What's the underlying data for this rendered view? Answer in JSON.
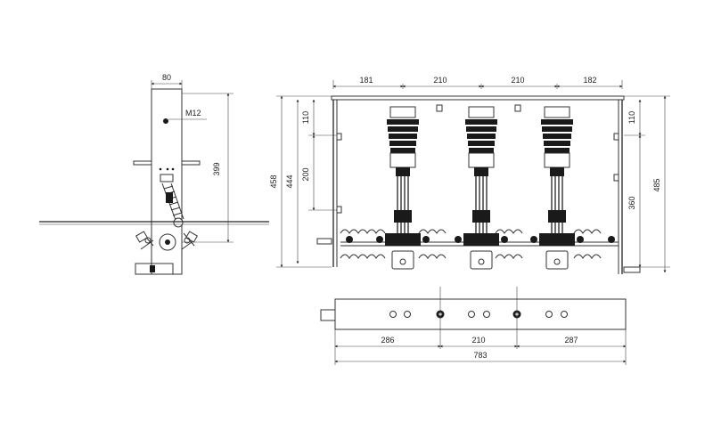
{
  "side_view": {
    "width_dim": "80",
    "bolt_label": "M12",
    "height_dim": "399"
  },
  "front_view": {
    "top_dims": [
      "181",
      "210",
      "210",
      "182"
    ],
    "left_dims": [
      "458",
      "444",
      "200",
      "110"
    ],
    "right_dims": [
      "110",
      "360",
      "485"
    ]
  },
  "bottom_view": {
    "segment_dims": [
      "286",
      "210",
      "287"
    ],
    "total_dim": "783"
  }
}
